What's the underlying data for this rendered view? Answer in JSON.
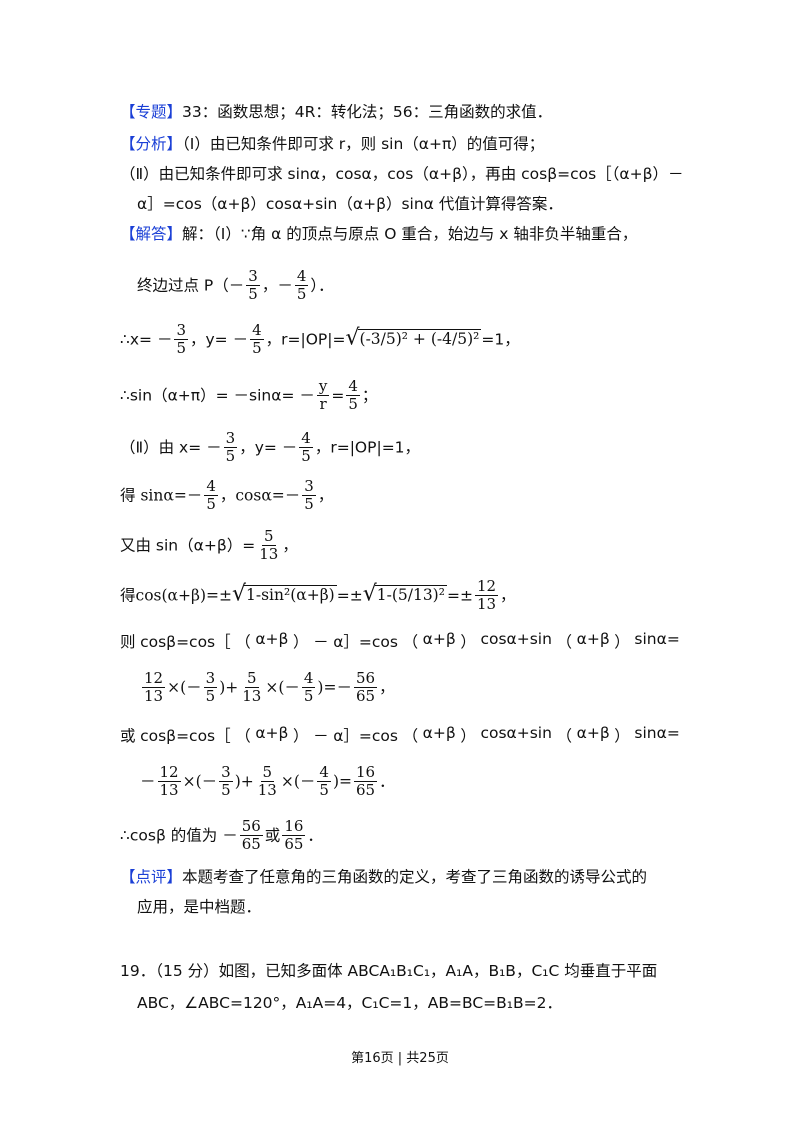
{
  "topic_tag": "【专题】",
  "topic_text": "33：函数思想；4R：转化法；56：三角函数的求值．",
  "analysis_tag": "【分析】",
  "analysis_1": "（Ⅰ）由已知条件即可求 r，则 sin（α+π）的值可得；",
  "analysis_2": "（Ⅱ）由已知条件即可求 sinα，cosα，cos（α+β），再由 cosβ=cos［（α+β）－",
  "analysis_3": "α］=cos（α+β）cosα+sin（α+β）sinα 代值计算得答案．",
  "answer_tag": "【解答】",
  "answer_1": "解：（Ⅰ）∵角 α 的顶点与原点 O 重合，始边与 x 轴非负半轴重合，",
  "terminal_prefix": "终边过点 P（－",
  "frac": {
    "n3": "3",
    "d5": "5",
    "n4": "4",
    "n5": "5",
    "d13": "13",
    "n12": "12",
    "n56": "56",
    "d65": "65",
    "n16": "16",
    "ny": "y",
    "dr": "r"
  },
  "comma": "，",
  "comma_neg": "，－",
  "close_paren_period": "）．",
  "therefore_x": "∴x= －",
  "y_eq": "，y= －",
  "r_op": "，r=|OP|=",
  "r_inner": "(-3/5)² + (-4/5)²",
  "eq_one": "=1，",
  "sin_line": "∴sin（α+π）= －sinα= －",
  "eq_sign": "=",
  "semicolon": "；",
  "part2_prefix": "（Ⅱ）由 x= －",
  "r_one": "，r=|OP|=1，",
  "de": "得",
  "sin_alpha": "sinα=－",
  "cos_alpha": "，cosα=－",
  "youyou": "又由 sin（α+β）=",
  "cos_ab_lhs": "cos(α+β)=±",
  "root_a": "1-sin²(α+β)",
  "eq_pm": "=±",
  "root_b": "1-(5/13)²",
  "pm_only": "=±",
  "ze": "则",
  "cos_beta_words": [
    "cosβ=cos［",
    "（",
    "α+β",
    "）",
    "－",
    "α］=cos",
    "（",
    "α+β",
    "）",
    "cosα+sin",
    "（",
    "α+β",
    "）",
    "sinα="
  ],
  "huo": "或",
  "times_neg": "×(－",
  "close_plus": ")+",
  "times_open": "×(",
  "close_eq_neg": ")=－",
  "close_eq": ")=",
  "neg": "－",
  "period": "．",
  "therefore_cos": "∴cosβ 的值为 －",
  "or_word": "或",
  "comment_tag": "【点评】",
  "comment_1": "本题考查了任意角的三角函数的定义，考查了三角函数的诱导公式的",
  "comment_2": "应用，是中档题．",
  "q19_1": "19．（15 分）如图，已知多面体 ABCA₁B₁C₁，A₁A，B₁B，C₁C 均垂直于平面",
  "q19_2": "ABC，∠ABC=120°，A₁A=4，C₁C=1，AB=BC=B₁B=2．",
  "footer": "第16页 | 共25页"
}
